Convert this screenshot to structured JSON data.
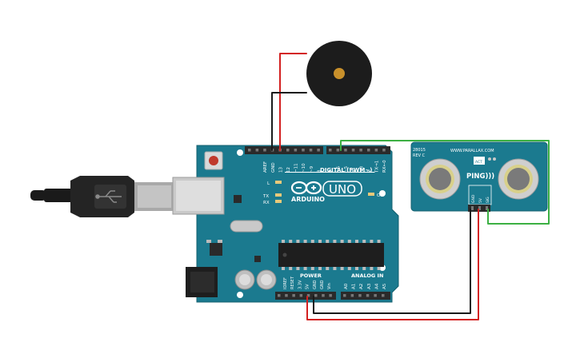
{
  "arduino": {
    "pin_labels_top": [
      "AREF",
      "GND",
      "13",
      "12",
      "~11",
      "~10",
      "~9",
      "8",
      "7",
      "~6",
      "~5",
      "4",
      "~3",
      "2",
      "TX→1",
      "RX←0"
    ],
    "digital_label": "DIGITAL (PWM~)",
    "logo_text": "ARDUINO",
    "uno_text": "UNO",
    "led_l": "L",
    "led_tx": "TX",
    "led_rx": "RX",
    "led_on": "ON",
    "power_label": "POWER",
    "analog_label": "ANALOG IN",
    "power_pins": [
      "IOREF",
      "RESET",
      "3.3V",
      "5V",
      "GND",
      "GND",
      "Vin"
    ],
    "analog_pins": [
      "A0",
      "A1",
      "A2",
      "A3",
      "A4",
      "A5"
    ]
  },
  "sensor": {
    "model": "28015",
    "rev": "REV C",
    "brand": "WWW.PARALLAX.COM",
    "act": "ACT",
    "name": "PING)))",
    "pins": [
      "GND",
      "5V",
      "SIG"
    ]
  },
  "colors": {
    "board": "#1b7a8f",
    "board_edge": "#14606f",
    "wire_red": "#d32020",
    "wire_black": "#1a1a1a",
    "wire_green": "#3cb043",
    "buzzer": "#1c1c1c",
    "buzzer_center": "#c8902b"
  }
}
